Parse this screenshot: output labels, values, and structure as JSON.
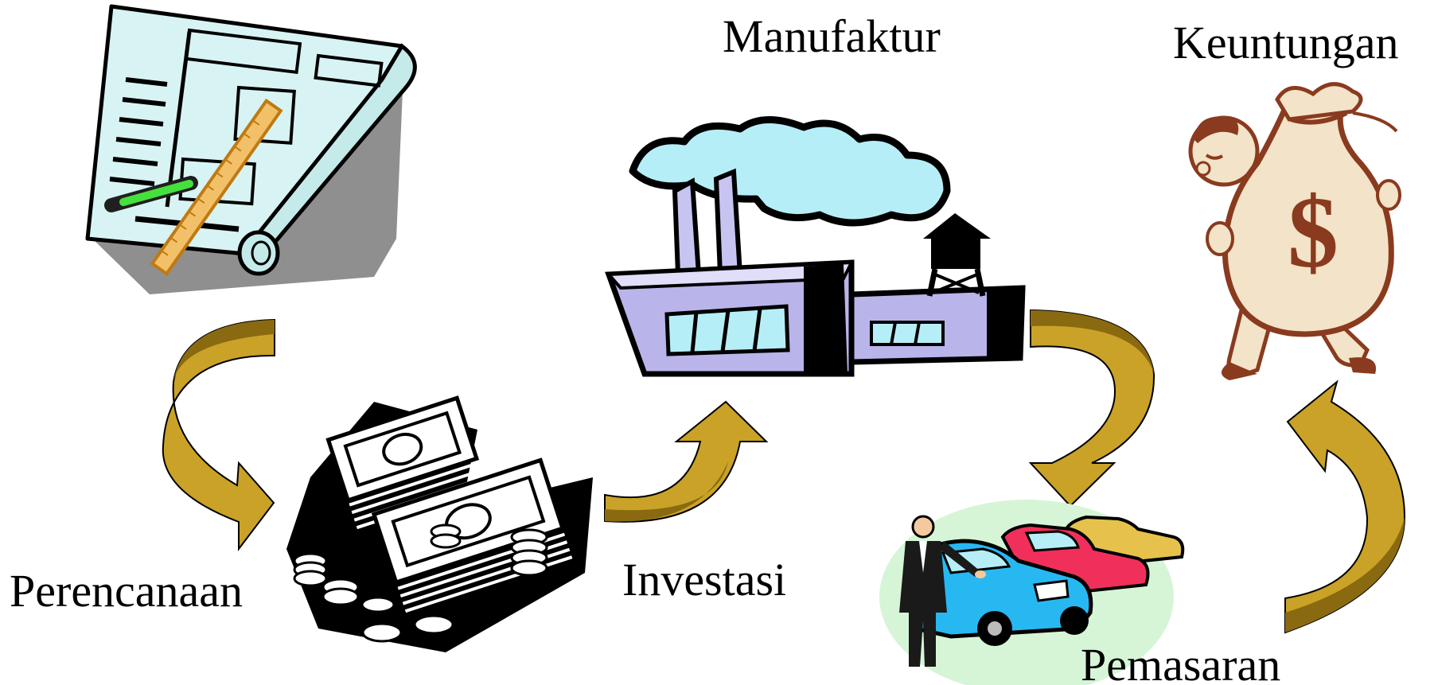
{
  "labels": {
    "planning": "Perencanaan",
    "investment": "Investasi",
    "manufacturing": "Manufaktur",
    "marketing": "Pemasaran",
    "profit": "Keuntungan"
  },
  "colors": {
    "arrow_fill": "#C9A227",
    "arrow_dark": "#8A6A10",
    "outline": "#000000",
    "blueprint": "#D8F3F3",
    "factory_lilac": "#B9B4EA",
    "sky_blue": "#B6EEF8",
    "car_blue": "#27B8F2",
    "car_red": "#F0305A",
    "car_gold": "#E6C24C",
    "ground_green": "#D6F5D6",
    "bag_tan": "#F3E3C8",
    "bag_brown": "#8A3A1E"
  },
  "icons": {
    "planning": "blueprint-icon",
    "investment": "money-stack-icon",
    "manufacturing": "factory-icon",
    "marketing": "car-dealer-icon",
    "profit": "money-bag-icon"
  },
  "currency_symbol": "$"
}
